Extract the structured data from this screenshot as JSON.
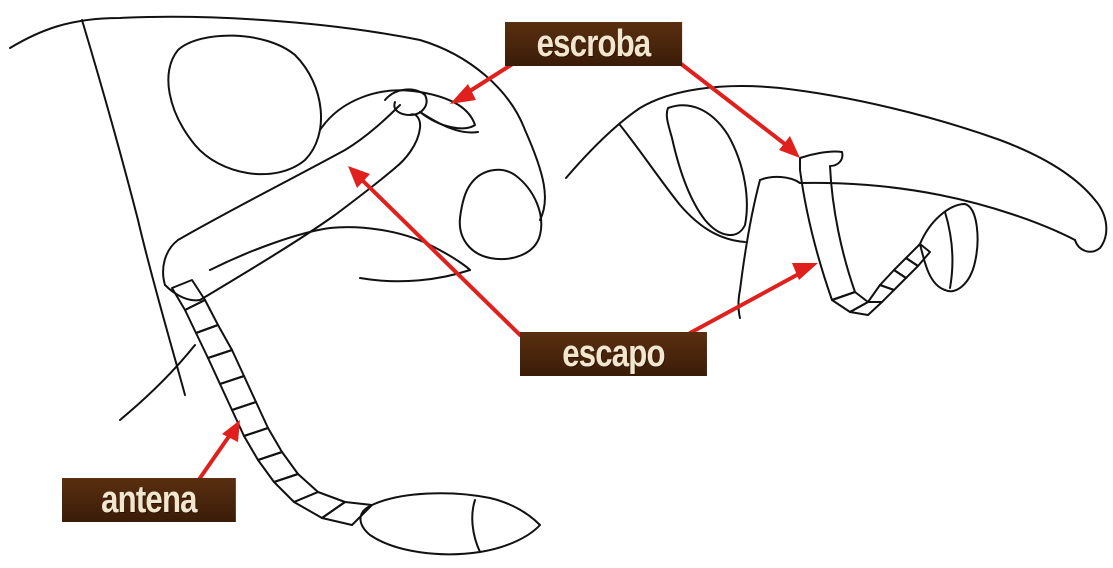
{
  "labels": {
    "escroba": "escroba",
    "escapo": "escapo",
    "antena": "antena"
  },
  "colors": {
    "arrow": "#e0201c",
    "label_background": "#4a250c",
    "label_text": "#f3e6cf",
    "outline": "#111111"
  }
}
